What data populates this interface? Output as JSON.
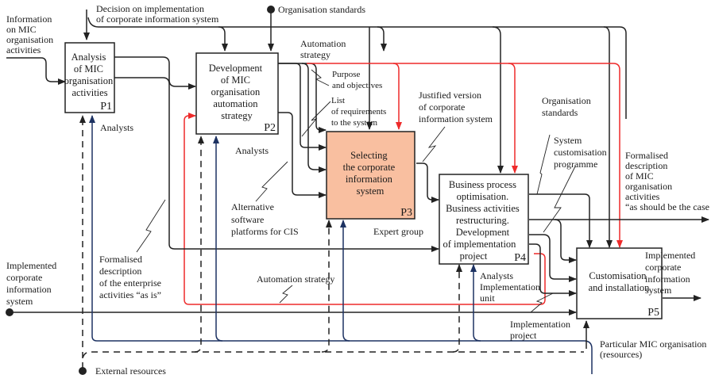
{
  "colors": {
    "highlight_box": "#f9bfa0",
    "control_red": "#ee2a2a",
    "mechanism_blue": "#1d3262",
    "line_black": "#222222"
  },
  "processes": [
    {
      "id": "P1",
      "lines": [
        "Analysis",
        "of MIC",
        "organisation",
        "activities"
      ]
    },
    {
      "id": "P2",
      "lines": [
        "Development",
        "of MIC",
        "organisation",
        "automation",
        "strategy"
      ]
    },
    {
      "id": "P3",
      "lines": [
        "Selecting",
        "the corporate",
        "information",
        "system"
      ],
      "highlighted": true
    },
    {
      "id": "P4",
      "lines": [
        "Business process",
        "optimisation.",
        "Business activities",
        "restructuring.",
        "Development",
        "of implementation",
        "project"
      ]
    },
    {
      "id": "P5",
      "lines": [
        "Customisation",
        "and installation"
      ]
    }
  ],
  "labels": {
    "info_mic": [
      "Information",
      "on MIC",
      "organisation",
      "activities"
    ],
    "decision": [
      "Decision on implementation",
      "of corporate information system"
    ],
    "org_standards_top": "Organisation standards",
    "automation_strategy_top": [
      "Automation",
      "strategy"
    ],
    "purpose": [
      "Purpose",
      "and objectives"
    ],
    "requirements": [
      "List",
      "of requirements",
      "to the system"
    ],
    "justified": [
      "Justified version",
      "of corporate",
      "information system"
    ],
    "org_standards_right": [
      "Organisation",
      "standards"
    ],
    "customisation_programme": [
      "System",
      "customisation",
      "programme"
    ],
    "formalised_should": [
      "Formalised",
      "description",
      "of MIC",
      "organisation",
      "activities",
      "“as should be the case"
    ],
    "analysts_p1": "Analysts",
    "analysts_p2": "Analysts",
    "alternative_platforms": [
      "Alternative",
      "software",
      "platforms for CIS"
    ],
    "expert_group": "Expert group",
    "formalised_as_is": [
      "Formalised",
      "description",
      "of the enterprise",
      "activities “as is”"
    ],
    "implemented_cis_left": [
      "Implemented",
      "corporate",
      "information",
      "system"
    ],
    "automation_strategy_bottom": "Automation strategy",
    "analysts_impl_unit": [
      "Analysts",
      "Implementation",
      "unit"
    ],
    "implementation_project": [
      "Implementation",
      "project"
    ],
    "implemented_cis_right": [
      "Implemented",
      "corporate",
      "information",
      "system"
    ],
    "particular_mic": [
      "Particular MIC organisation",
      "(resources)"
    ],
    "external_resources": "External resources"
  }
}
